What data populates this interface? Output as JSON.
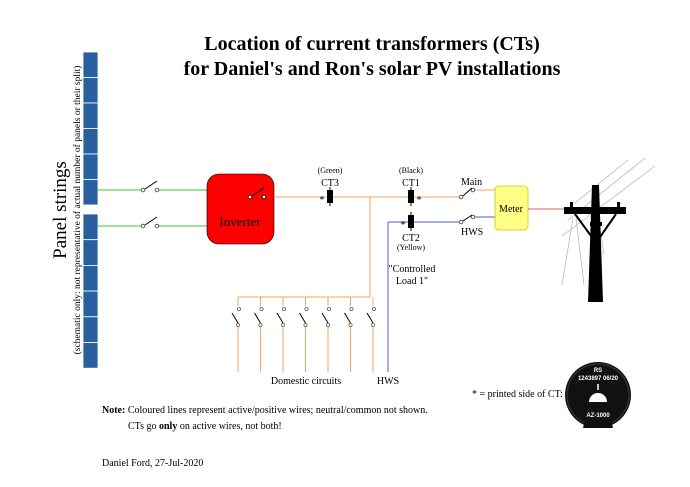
{
  "title": {
    "line1": "Location of current transformers (CTs)",
    "line2": "for Daniel's and Ron's solar PV installations"
  },
  "panel_strings": {
    "label": "Panel strings",
    "sublabel": "(schematic only: not representative of actual number of panels or their split)"
  },
  "inverter": {
    "label": "Inverter"
  },
  "meter": {
    "label": "Meter"
  },
  "cts": [
    {
      "name": "CT3",
      "color_label": "(Green)"
    },
    {
      "name": "CT1",
      "color_label": "(Black)"
    },
    {
      "name": "CT2",
      "color_label": "(Yellow)"
    }
  ],
  "marks": {
    "printed_side": "*"
  },
  "switch_labels": {
    "main": "Main",
    "hws": "HWS"
  },
  "controlled_load": {
    "line1": "\"Controlled",
    "line2": "Load 1\""
  },
  "bottom_labels": {
    "domestic": "Domestic circuits",
    "hws": "HWS"
  },
  "legend": {
    "printed_side": "* = printed side of CT:"
  },
  "ct_photo": {
    "line1": "RS",
    "line2": "1243897 06/20",
    "line3": "AZ-1000"
  },
  "note": {
    "label": "Note:",
    "line1_text": " Coloured lines represent active/positive wires; neutral/common not shown.",
    "line2_before": "CTs go ",
    "line2_bold": "only",
    "line2_after": " on active wires, not both!"
  },
  "author": "Daniel Ford, 27-Jul-2020",
  "colors": {
    "panel_blue": "#2a5f9e",
    "inverter_red": "#ff0000",
    "meter_yellow": "#ffff88",
    "wire_green": "#33cc33",
    "wire_orange": "#f4a460",
    "wire_blue": "#4a5fd0",
    "wire_red": "#e06060",
    "switch_grey": "#606060"
  }
}
